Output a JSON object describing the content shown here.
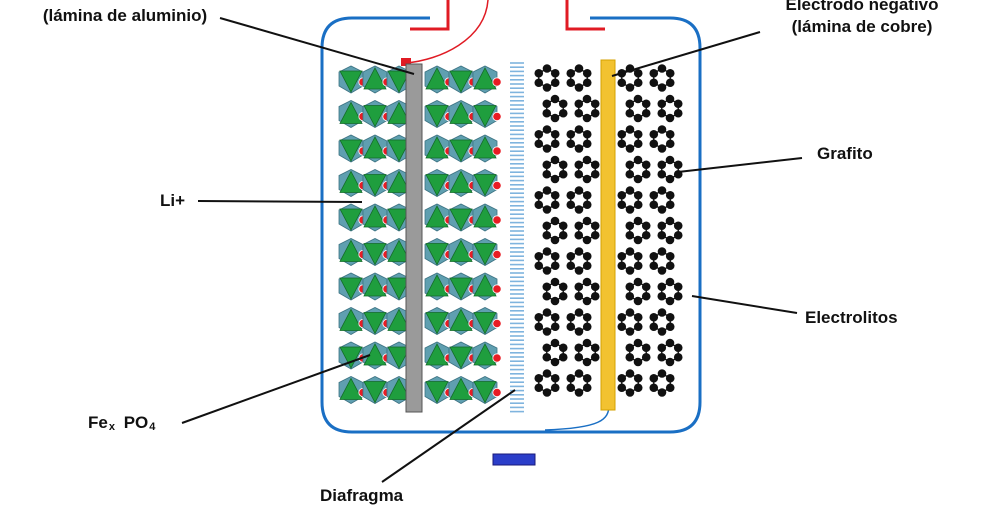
{
  "labels": {
    "positive_electrode": "(lámina de aluminio)",
    "negative_electrode_line1": "Electrodo negativo",
    "negative_electrode_line2": "(lámina de cobre)",
    "graphite": "Grafito",
    "lithium_ion": "Li+",
    "electrolytes": "Electrolitos",
    "cathode_material_fe": "Fe",
    "cathode_material_x": "x",
    "cathode_material_po": "PO",
    "cathode_material_4": "4",
    "separator": "Diafragma"
  },
  "colors": {
    "casing": "#1a6fc4",
    "terminal_wire": "#e01b24",
    "aluminum_foil": "#9a9a9a",
    "copper_foil": "#f2c230",
    "octahedron_green": "#1f9e3e",
    "octahedron_blue": "#5f9fb0",
    "lithium_red": "#e81c24",
    "graphite_black": "#111111",
    "separator_blue": "#7fb4de",
    "bottom_tab": "#2b3ec9"
  }
}
